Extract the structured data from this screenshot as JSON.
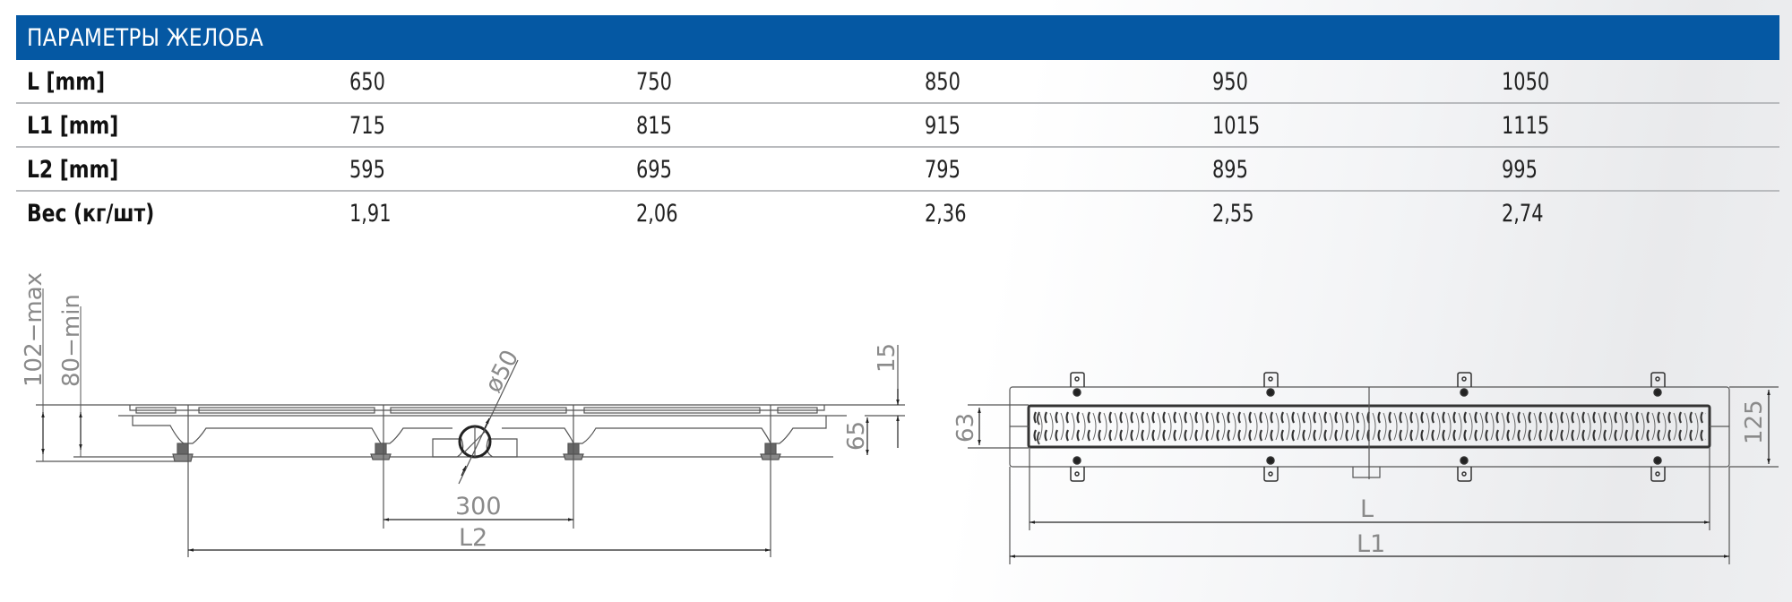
{
  "header": {
    "title": "ПАРАМЕТРЫ ЖЕЛОБА",
    "background_color": "#0558a3"
  },
  "table": {
    "rows": [
      {
        "label": "L [mm]",
        "values": [
          "650",
          "750",
          "850",
          "950",
          "1050"
        ]
      },
      {
        "label": "L1 [mm]",
        "values": [
          "715",
          "815",
          "915",
          "1015",
          "1115"
        ]
      },
      {
        "label": "L2 [mm]",
        "values": [
          "595",
          "695",
          "795",
          "895",
          "995"
        ]
      },
      {
        "label": "Вес (кг/шт)",
        "values": [
          "1,91",
          "2,06",
          "2,36",
          "2,55",
          "2,74"
        ]
      }
    ]
  },
  "side_view": {
    "height_max": "102−max",
    "height_min": "80−min",
    "pipe_diameter": "ø50",
    "outlet_offset": "300",
    "leg_span": "L2",
    "grate_thickness": "15",
    "body_height": "65"
  },
  "top_view": {
    "grate_width": "63",
    "total_width": "125",
    "grate_length": "L",
    "total_length": "L1"
  }
}
